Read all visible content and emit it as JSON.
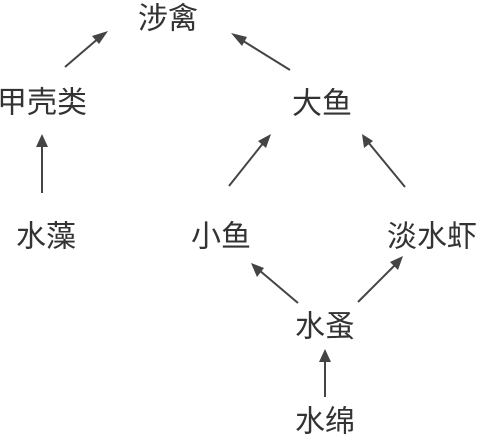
{
  "nodes": [
    {
      "id": "wading-birds",
      "label": "涉禽"
    },
    {
      "id": "crustaceans",
      "label": "甲壳类"
    },
    {
      "id": "big-fish",
      "label": "大鱼"
    },
    {
      "id": "algae",
      "label": "水藻"
    },
    {
      "id": "small-fish",
      "label": "小鱼"
    },
    {
      "id": "freshwater-shrimp",
      "label": "淡水虾"
    },
    {
      "id": "water-flea",
      "label": "水蚤"
    },
    {
      "id": "water-cotton",
      "label": "水绵"
    }
  ],
  "edges": [
    {
      "from": "crustaceans",
      "to": "wading-birds"
    },
    {
      "from": "big-fish",
      "to": "wading-birds"
    },
    {
      "from": "algae",
      "to": "crustaceans"
    },
    {
      "from": "small-fish",
      "to": "big-fish"
    },
    {
      "from": "freshwater-shrimp",
      "to": "big-fish"
    },
    {
      "from": "water-flea",
      "to": "small-fish"
    },
    {
      "from": "water-flea",
      "to": "freshwater-shrimp"
    },
    {
      "from": "water-cotton",
      "to": "water-flea"
    }
  ]
}
